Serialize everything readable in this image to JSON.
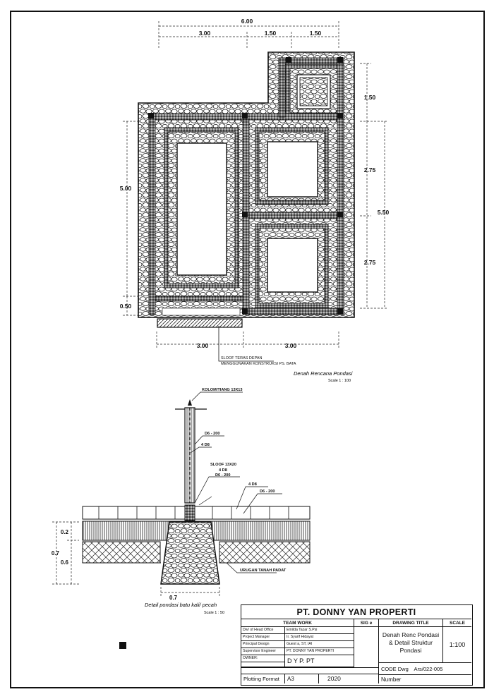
{
  "plan": {
    "dims": {
      "top_total": "6.00",
      "top_a": "3.00",
      "top_b": "1.50",
      "top_c": "1.50",
      "right_top": "1.50",
      "right_mid": "2.75",
      "right_total": "5.50",
      "right_low": "2.75",
      "left_main": "5.00",
      "left_terrace": "0.50",
      "bottom_a": "3.00",
      "bottom_b": "3.00"
    },
    "note_line1": "SLOOF TERAS DEPAN",
    "note_line2": "MENGGUNAKAN KONSTRUKSI PS. BATA",
    "title": "Denah Rencana Pondasi",
    "scale": "Scale 1 : 100"
  },
  "detail": {
    "labels": {
      "column": "KOLOM/TIANG 13X13",
      "d6_upper": "D6 - 200",
      "rebar_4d8_upper": "4 D8",
      "sloof": "SLOOF 13X20",
      "sloof_4d8": "4 D8",
      "sloof_d6": "D6 - 200",
      "right_4d8": "4 D8",
      "right_d6": "D6 - 200",
      "fill": "URUGAN TANAH PADAT"
    },
    "dims": {
      "h_02": "0.2",
      "h_07": "0.7",
      "h_06": "0.6",
      "w_07": "0.7"
    },
    "title": "Detail pondasi batu kali/ pecah",
    "scale": "Scale 1 : 50"
  },
  "title_block": {
    "company": "PT. DONNY YAN PROPERTI",
    "team_work": "TEAM WORK",
    "sig": "SIG e",
    "drawing_title_header": "DRAWING TITLE",
    "scale_header": "SCALE",
    "rows": [
      {
        "role": "Div/ of Head Office",
        "name": "Emilda Tazar S.Psi"
      },
      {
        "role": "Project Manager",
        "name": "Ir. Syarif Hidayat"
      },
      {
        "role": "Principal Design",
        "name": "Guest a, ST, IAI"
      },
      {
        "role": "Supervisor Engineer",
        "name": "PT. DONNY YAN PROPERTI"
      }
    ],
    "owner_label": "OWNER:",
    "owner_value": "D Y P. PT",
    "plotting_label": "Plotting Format",
    "plotting_value": "A3",
    "year": "2020",
    "drawing_title_line1": "Denah Renc Pondasi",
    "drawing_title_line2": "& Detail Struktur",
    "drawing_title_line3": "Pondasi",
    "scale_value": "1:100",
    "code_label": "CODE Dwg",
    "code_value": "Ars/022-005",
    "number_label": "Number"
  }
}
